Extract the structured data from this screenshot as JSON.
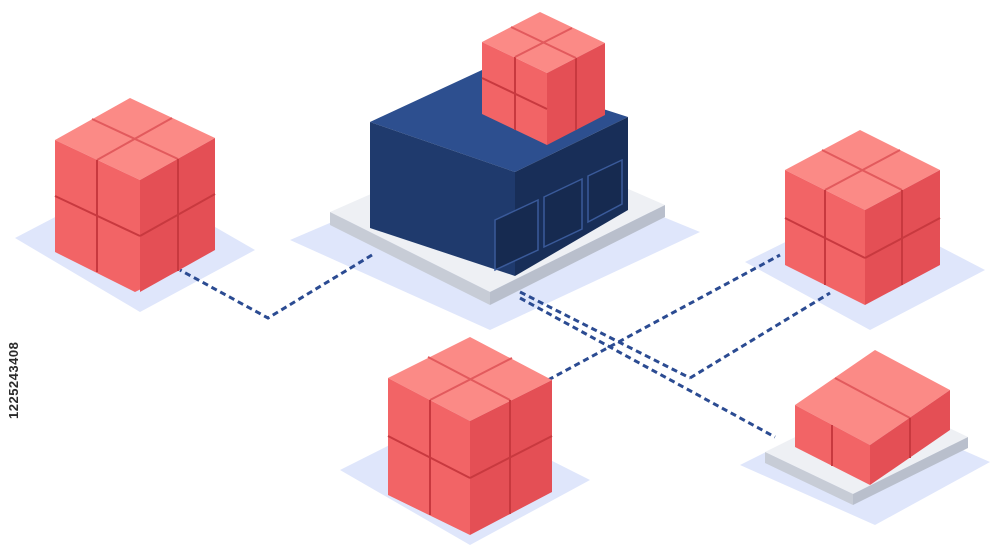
{
  "image_id_text": "1225243408",
  "colors": {
    "box_front": "#f26466",
    "box_side": "#e44f55",
    "box_top": "#fb8a86",
    "box_seam": "#c8393f",
    "hub_front": "#1f3a6d",
    "hub_side": "#182e58",
    "hub_top": "#2d4f8f",
    "plate_top": "#eef0f4",
    "plate_edge": "#c7ccd6",
    "shadow": "#dfe6fb",
    "line": "#2b4b92"
  },
  "nodes": [
    {
      "name": "central-hub",
      "kind": "hub"
    },
    {
      "name": "node-left-top",
      "kind": "box-stack"
    },
    {
      "name": "node-right-top",
      "kind": "box-stack"
    },
    {
      "name": "node-bottom-center",
      "kind": "box-stack"
    },
    {
      "name": "node-right-bottom",
      "kind": "box-flat"
    }
  ]
}
